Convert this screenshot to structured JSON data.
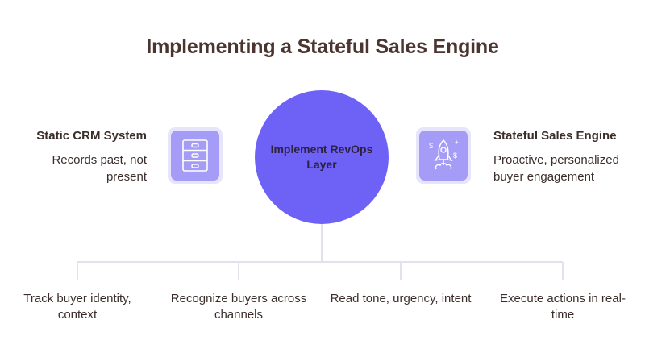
{
  "title": "Implementing a Stateful Sales Engine",
  "left": {
    "heading": "Static CRM System",
    "description": "Records past, not present",
    "icon": "file-cabinet-icon"
  },
  "right": {
    "heading": "Stateful Sales Engine",
    "description": "Proactive, personalized buyer engagement",
    "icon": "rocket-icon"
  },
  "center": {
    "label": "Implement RevOps Layer"
  },
  "leaves": [
    "Track buyer identity, context",
    "Recognize buyers across channels",
    "Read tone, urgency, intent",
    "Execute actions in real-time"
  ],
  "colors": {
    "circle": "#6e61f6",
    "icon_fill": "#a49cf6",
    "icon_border": "#e7e5fb",
    "connector": "#e3e1ee",
    "title": "#4a3530"
  }
}
